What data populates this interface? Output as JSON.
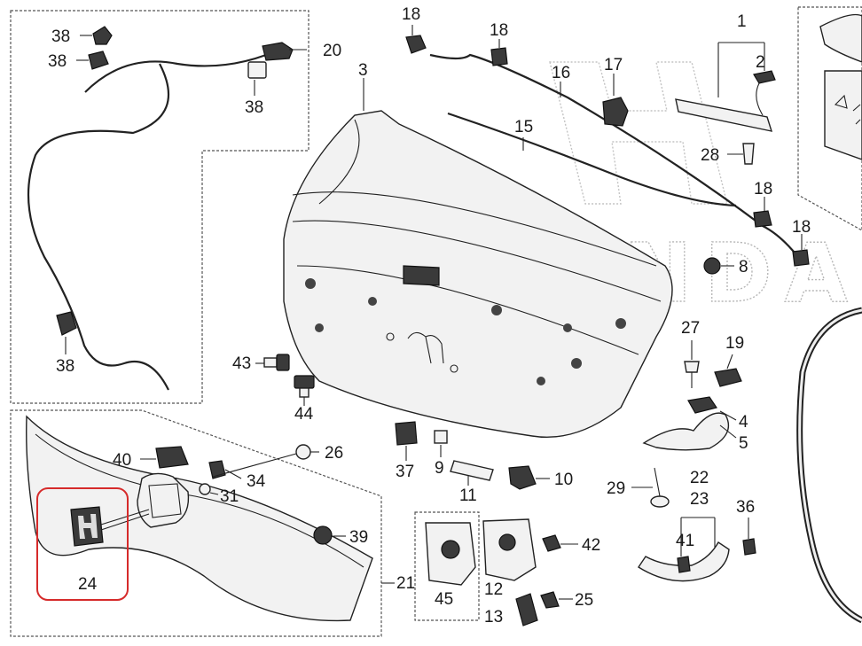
{
  "watermark": {
    "text": "HONDA"
  },
  "highlight_color": "#d62b2b",
  "labels": {
    "l1": "1",
    "l2": "2",
    "l3": "3",
    "l4": "4",
    "l5": "5",
    "l8": "8",
    "l9": "9",
    "l10": "10",
    "l11": "11",
    "l12": "12",
    "l13": "13",
    "l15": "15",
    "l16": "16",
    "l17": "17",
    "l18a": "18",
    "l18b": "18",
    "l18c": "18",
    "l18d": "18",
    "l19": "19",
    "l20": "20",
    "l21": "21",
    "l22": "22",
    "l23": "23",
    "l24": "24",
    "l25": "25",
    "l26": "26",
    "l27": "27",
    "l28": "28",
    "l29": "29",
    "l31": "31",
    "l34": "34",
    "l36": "36",
    "l37": "37",
    "l38a": "38",
    "l38b": "38",
    "l38c": "38",
    "l38d": "38",
    "l39": "39",
    "l40": "40",
    "l41": "41",
    "l42": "42",
    "l43": "43",
    "l44": "44",
    "l45": "45"
  }
}
